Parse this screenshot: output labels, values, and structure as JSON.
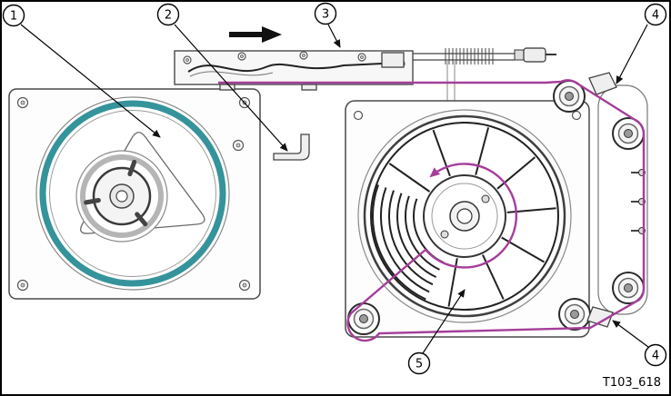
{
  "figure": {
    "id_label": "T103_618",
    "callouts": [
      "1",
      "2",
      "3",
      "4",
      "4",
      "5"
    ],
    "colors": {
      "teal": "#35939b",
      "magenta": "#a53e9a"
    }
  }
}
